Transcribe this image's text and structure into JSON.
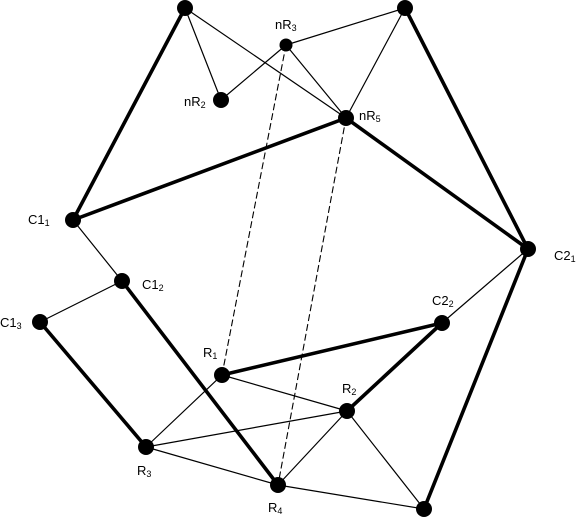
{
  "graph": {
    "nodes": [
      {
        "id": "top-left"
      },
      {
        "id": "top-right"
      },
      {
        "id": "nR3",
        "label": "nR",
        "sub": "3"
      },
      {
        "id": "nR2",
        "label": "nR",
        "sub": "2"
      },
      {
        "id": "nR5",
        "label": "nR",
        "sub": "5"
      },
      {
        "id": "C11",
        "label": "C1",
        "sub": "1"
      },
      {
        "id": "C12",
        "label": "C1",
        "sub": "2"
      },
      {
        "id": "C13",
        "label": "C1",
        "sub": "3"
      },
      {
        "id": "C21",
        "label": "C2",
        "sub": "1"
      },
      {
        "id": "C22",
        "label": "C2",
        "sub": "2"
      },
      {
        "id": "R1",
        "label": "R",
        "sub": "1"
      },
      {
        "id": "R2",
        "label": "R",
        "sub": "2"
      },
      {
        "id": "R3",
        "label": "R",
        "sub": "3"
      },
      {
        "id": "R4",
        "label": "R",
        "sub": "4"
      },
      {
        "id": "bottom-right"
      }
    ],
    "edges": [
      {
        "from": "top-left",
        "to": "C11",
        "style": "thick"
      },
      {
        "from": "top-left",
        "to": "nR2",
        "style": "thin"
      },
      {
        "from": "top-left",
        "to": "nR5",
        "style": "thin"
      },
      {
        "from": "top-right",
        "to": "nR3",
        "style": "thin"
      },
      {
        "from": "top-right",
        "to": "nR5",
        "style": "thin"
      },
      {
        "from": "top-right",
        "to": "C21",
        "style": "thick"
      },
      {
        "from": "nR3",
        "to": "nR2",
        "style": "thin"
      },
      {
        "from": "nR3",
        "to": "nR5",
        "style": "thin"
      },
      {
        "from": "nR5",
        "to": "C11",
        "style": "thick"
      },
      {
        "from": "nR5",
        "to": "C21",
        "style": "thick"
      },
      {
        "from": "C11",
        "to": "C12",
        "style": "thin"
      },
      {
        "from": "C12",
        "to": "C13",
        "style": "thin"
      },
      {
        "from": "C12",
        "to": "R4",
        "style": "thick"
      },
      {
        "from": "C13",
        "to": "R3",
        "style": "thick"
      },
      {
        "from": "C21",
        "to": "C22",
        "style": "thin"
      },
      {
        "from": "C21",
        "to": "bottom-right",
        "style": "thick"
      },
      {
        "from": "C22",
        "to": "R1",
        "style": "thick"
      },
      {
        "from": "C22",
        "to": "R2",
        "style": "thick"
      },
      {
        "from": "R1",
        "to": "R2",
        "style": "thin"
      },
      {
        "from": "R1",
        "to": "R3",
        "style": "thin"
      },
      {
        "from": "R3",
        "to": "R2",
        "style": "thin"
      },
      {
        "from": "R3",
        "to": "R4",
        "style": "thin"
      },
      {
        "from": "R4",
        "to": "R2",
        "style": "thin"
      },
      {
        "from": "R4",
        "to": "bottom-right",
        "style": "thin"
      },
      {
        "from": "R2",
        "to": "bottom-right",
        "style": "thin"
      },
      {
        "from": "nR3",
        "to": "R1",
        "style": "dashed"
      },
      {
        "from": "nR5",
        "to": "R4",
        "style": "dashed"
      }
    ]
  }
}
